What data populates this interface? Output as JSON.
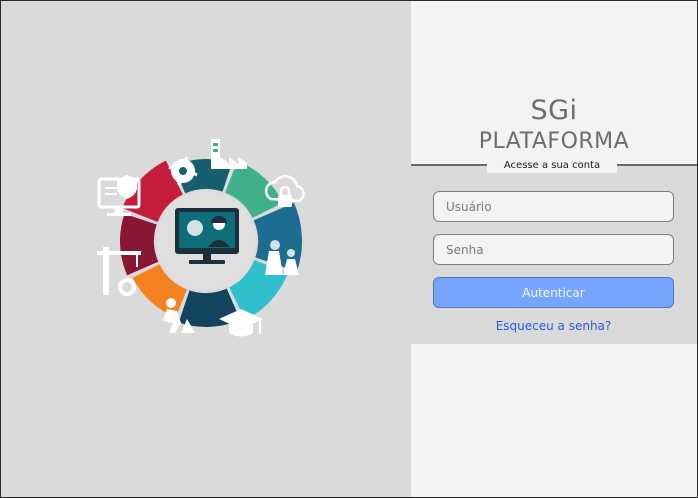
{
  "brand": {
    "title": "SGi",
    "subtitle": "PLATAFORMA",
    "caption": "Acesse a sua conta"
  },
  "login": {
    "username_placeholder": "Usuário",
    "password_placeholder": "Senha",
    "submit_label": "Autenticar",
    "forgot_label": "Esqueceu a senha?"
  },
  "emblem": {
    "segments": [
      {
        "icon": "sawblade-icon",
        "color": "#155f6e"
      },
      {
        "icon": "factory-icon",
        "color": "#40b08a"
      },
      {
        "icon": "cloud-lock-icon",
        "color": "#1d6d91"
      },
      {
        "icon": "power-plant-icon",
        "color": "#2fc0cc"
      },
      {
        "icon": "graduation-cap-icon",
        "color": "#13445e"
      },
      {
        "icon": "construction-worker-icon",
        "color": "#f58220"
      },
      {
        "icon": "crane-gear-icon",
        "color": "#8a1636"
      },
      {
        "icon": "security-monitor-icon",
        "color": "#c41c3b"
      }
    ],
    "center_icon": "worker-monitor-icon",
    "colors": {
      "center_disk": "#dfdfdf",
      "monitor_screen": "#0e6e79"
    }
  },
  "colors": {
    "left_background": "#dadada",
    "right_background": "#f3f3f3",
    "login_band": "#d9d9d9",
    "primary_button": "#76a5ff",
    "link": "#2a5bd7"
  }
}
